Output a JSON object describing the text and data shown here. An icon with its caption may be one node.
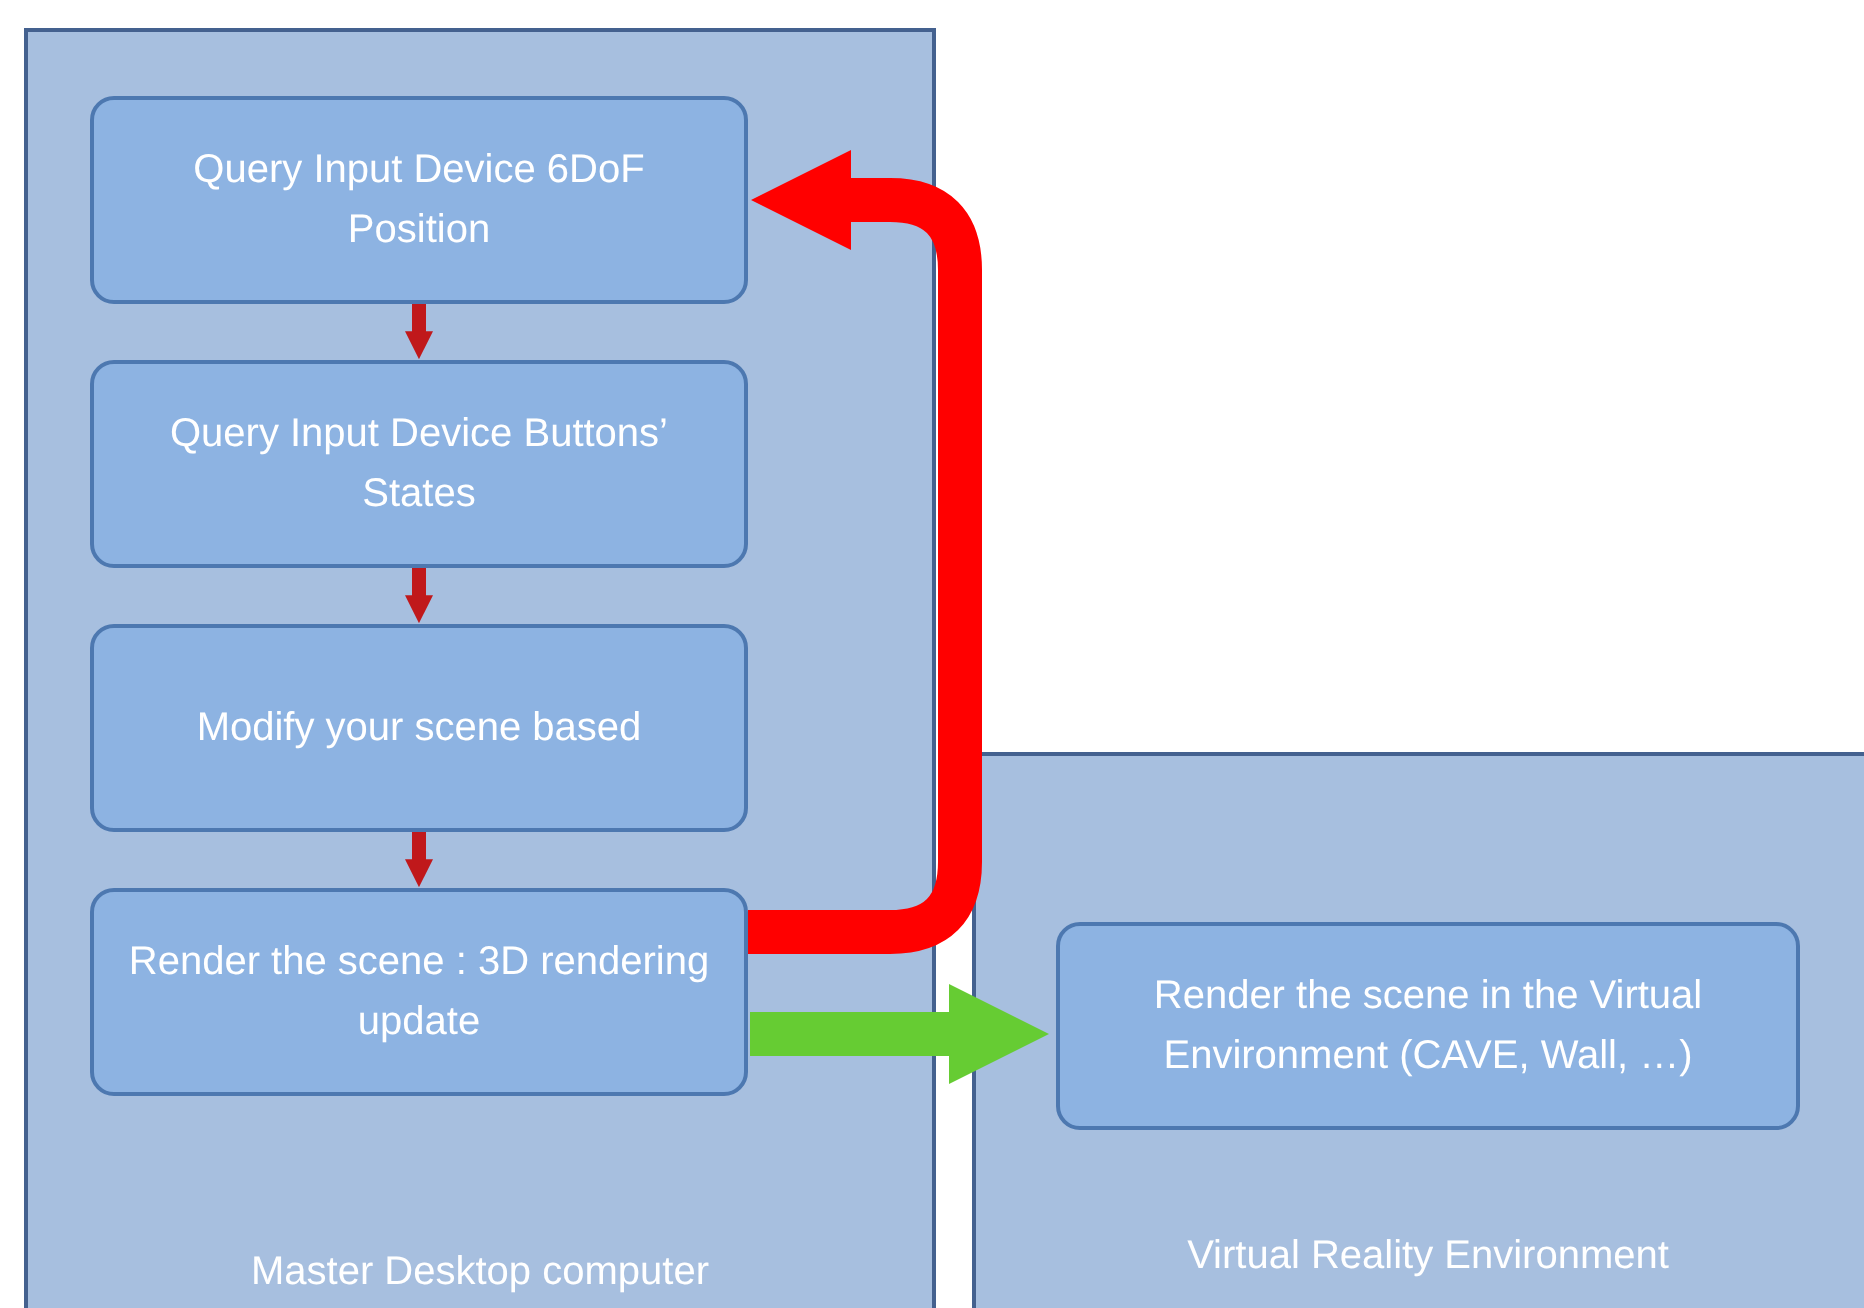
{
  "diagram": {
    "nodes": [
      {
        "text": [
          "Master Desktop computer"
        ]
      },
      {
        "text": [
          "Query Input Device 6DoF Position"
        ],
        "in": 0
      },
      {
        "text": [
          "Query Input Device Buttons’ States"
        ],
        "in": 0
      },
      {
        "text": [
          "Modify your scene based"
        ],
        "in": 0
      },
      {
        "text": [
          "Render the scene : 3D rendering update"
        ],
        "in": 0
      },
      {
        "text": [
          "Virtual Reality Environment"
        ]
      },
      {
        "text": [
          "Render the scene in the Virtual Environment (CAVE, Wall, …)"
        ],
        "in": 5
      }
    ],
    "edges": [
      {
        "from": 1,
        "to": 2,
        "arrow": "to"
      },
      {
        "from": 2,
        "to": 3,
        "arrow": "to"
      },
      {
        "from": 3,
        "to": 4,
        "arrow": "to"
      },
      {
        "from": 4,
        "to": 1,
        "arrow": "to",
        "style": "thick",
        "color": "#ff0000"
      },
      {
        "from": 4,
        "to": 6,
        "arrow": "to",
        "style": "thick",
        "color": "#66cc33"
      }
    ]
  }
}
